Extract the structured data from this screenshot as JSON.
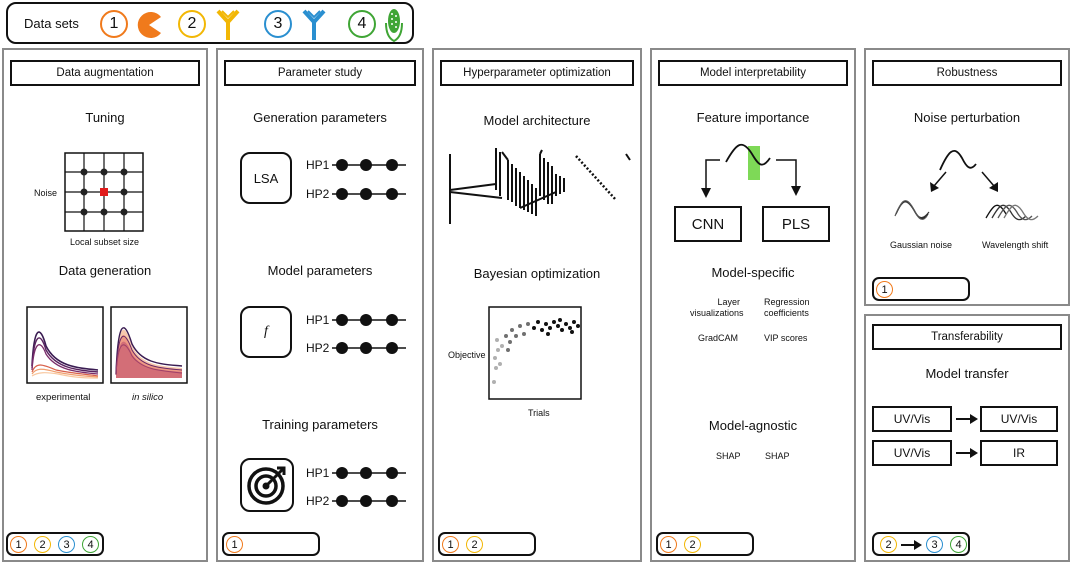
{
  "legend": {
    "label": "Data sets",
    "sets": [
      {
        "num": "1",
        "color": "#f07a1c",
        "icon": "pacman-icon"
      },
      {
        "num": "2",
        "color": "#f2b705",
        "icon": "antibody-icon"
      },
      {
        "num": "3",
        "color": "#2a8fd0",
        "icon": "antibody-icon"
      },
      {
        "num": "4",
        "color": "#3fa535",
        "icon": "corn-icon"
      }
    ]
  },
  "augmentation": {
    "title": "Data augmentation",
    "tuning": "Tuning",
    "noise_label": "Noise",
    "subset_label": "Local subset size",
    "generation": "Data generation",
    "experimental": "experimental",
    "in_silico": "in silico",
    "badges": [
      "1",
      "2",
      "3",
      "4"
    ]
  },
  "parameter_study": {
    "title": "Parameter study",
    "generation": "Generation parameters",
    "lsa": "LSA",
    "model": "Model parameters",
    "f": "f",
    "training": "Training parameters",
    "hp1": "HP1",
    "hp2": "HP2",
    "badges": [
      "1"
    ]
  },
  "hyperparameter": {
    "title": "Hyperparameter optimization",
    "architecture": "Model architecture",
    "bayesian": "Bayesian optimization",
    "objective": "Objective",
    "trials": "Trials",
    "badges": [
      "1",
      "2"
    ]
  },
  "interpretability": {
    "title": "Model interpretability",
    "feature": "Feature importance",
    "cnn": "CNN",
    "pls": "PLS",
    "specific": "Model-specific",
    "layer": "Layer visualizations",
    "regression": "Regression coefficients",
    "gradcam": "GradCAM",
    "vip": "VIP scores",
    "agnostic": "Model-agnostic",
    "shap1": "SHAP",
    "shap2": "SHAP",
    "badges": [
      "1",
      "2"
    ]
  },
  "robustness": {
    "title": "Robustness",
    "noise": "Noise perturbation",
    "gaussian": "Gaussian noise",
    "wavelength": "Wavelength shift",
    "badges": [
      "1"
    ]
  },
  "transferability": {
    "title": "Transferability",
    "model_transfer": "Model transfer",
    "row1_from": "UV/Vis",
    "row1_to": "UV/Vis",
    "row2_from": "UV/Vis",
    "row2_to": "IR",
    "badges": [
      "2",
      "3",
      "4"
    ]
  },
  "colors": {
    "set1": "#f07a1c",
    "set2": "#f2b705",
    "set3": "#2a8fd0",
    "set4": "#3fa535",
    "highlight": "#7ed957",
    "grid_red": "#e11b1b"
  }
}
